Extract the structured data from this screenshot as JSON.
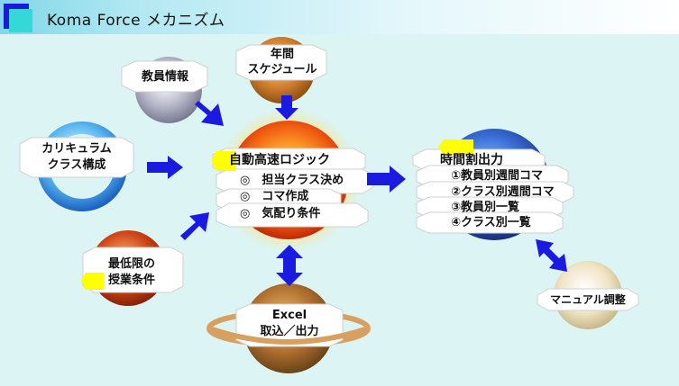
{
  "header": {
    "title": "Koma Force メカニズム"
  },
  "nodes": {
    "teacher_info": {
      "label": "教員情報"
    },
    "annual_schedule": {
      "line1": "年間",
      "line2": "スケジュール"
    },
    "curriculum": {
      "line1": "カリキュラム",
      "line2": "クラス構成"
    },
    "min_conditions": {
      "line1": "最低限の",
      "line2": "授業条件"
    },
    "auto_logic": {
      "title": "自動高速ロジック",
      "items": [
        "◎　担当クラス決め",
        "◎　コマ作成",
        "◎　気配り条件"
      ]
    },
    "excel": {
      "line1": "Excel",
      "line2": "取込／出力"
    },
    "timetable_output": {
      "title": "時間割出力",
      "items": [
        "①教員別週間コマ",
        "②クラス別週間コマ",
        "③教員別一覧",
        "④クラス別一覧"
      ]
    },
    "manual_adjust": {
      "label": "マニュアル調整"
    }
  },
  "colors": {
    "arrow": "#1a1ae0",
    "header_dark": "#1a1ad8",
    "header_light": "#35d7d7",
    "highlight_yellow": "#ffff00",
    "background": "#dcf4f4"
  }
}
